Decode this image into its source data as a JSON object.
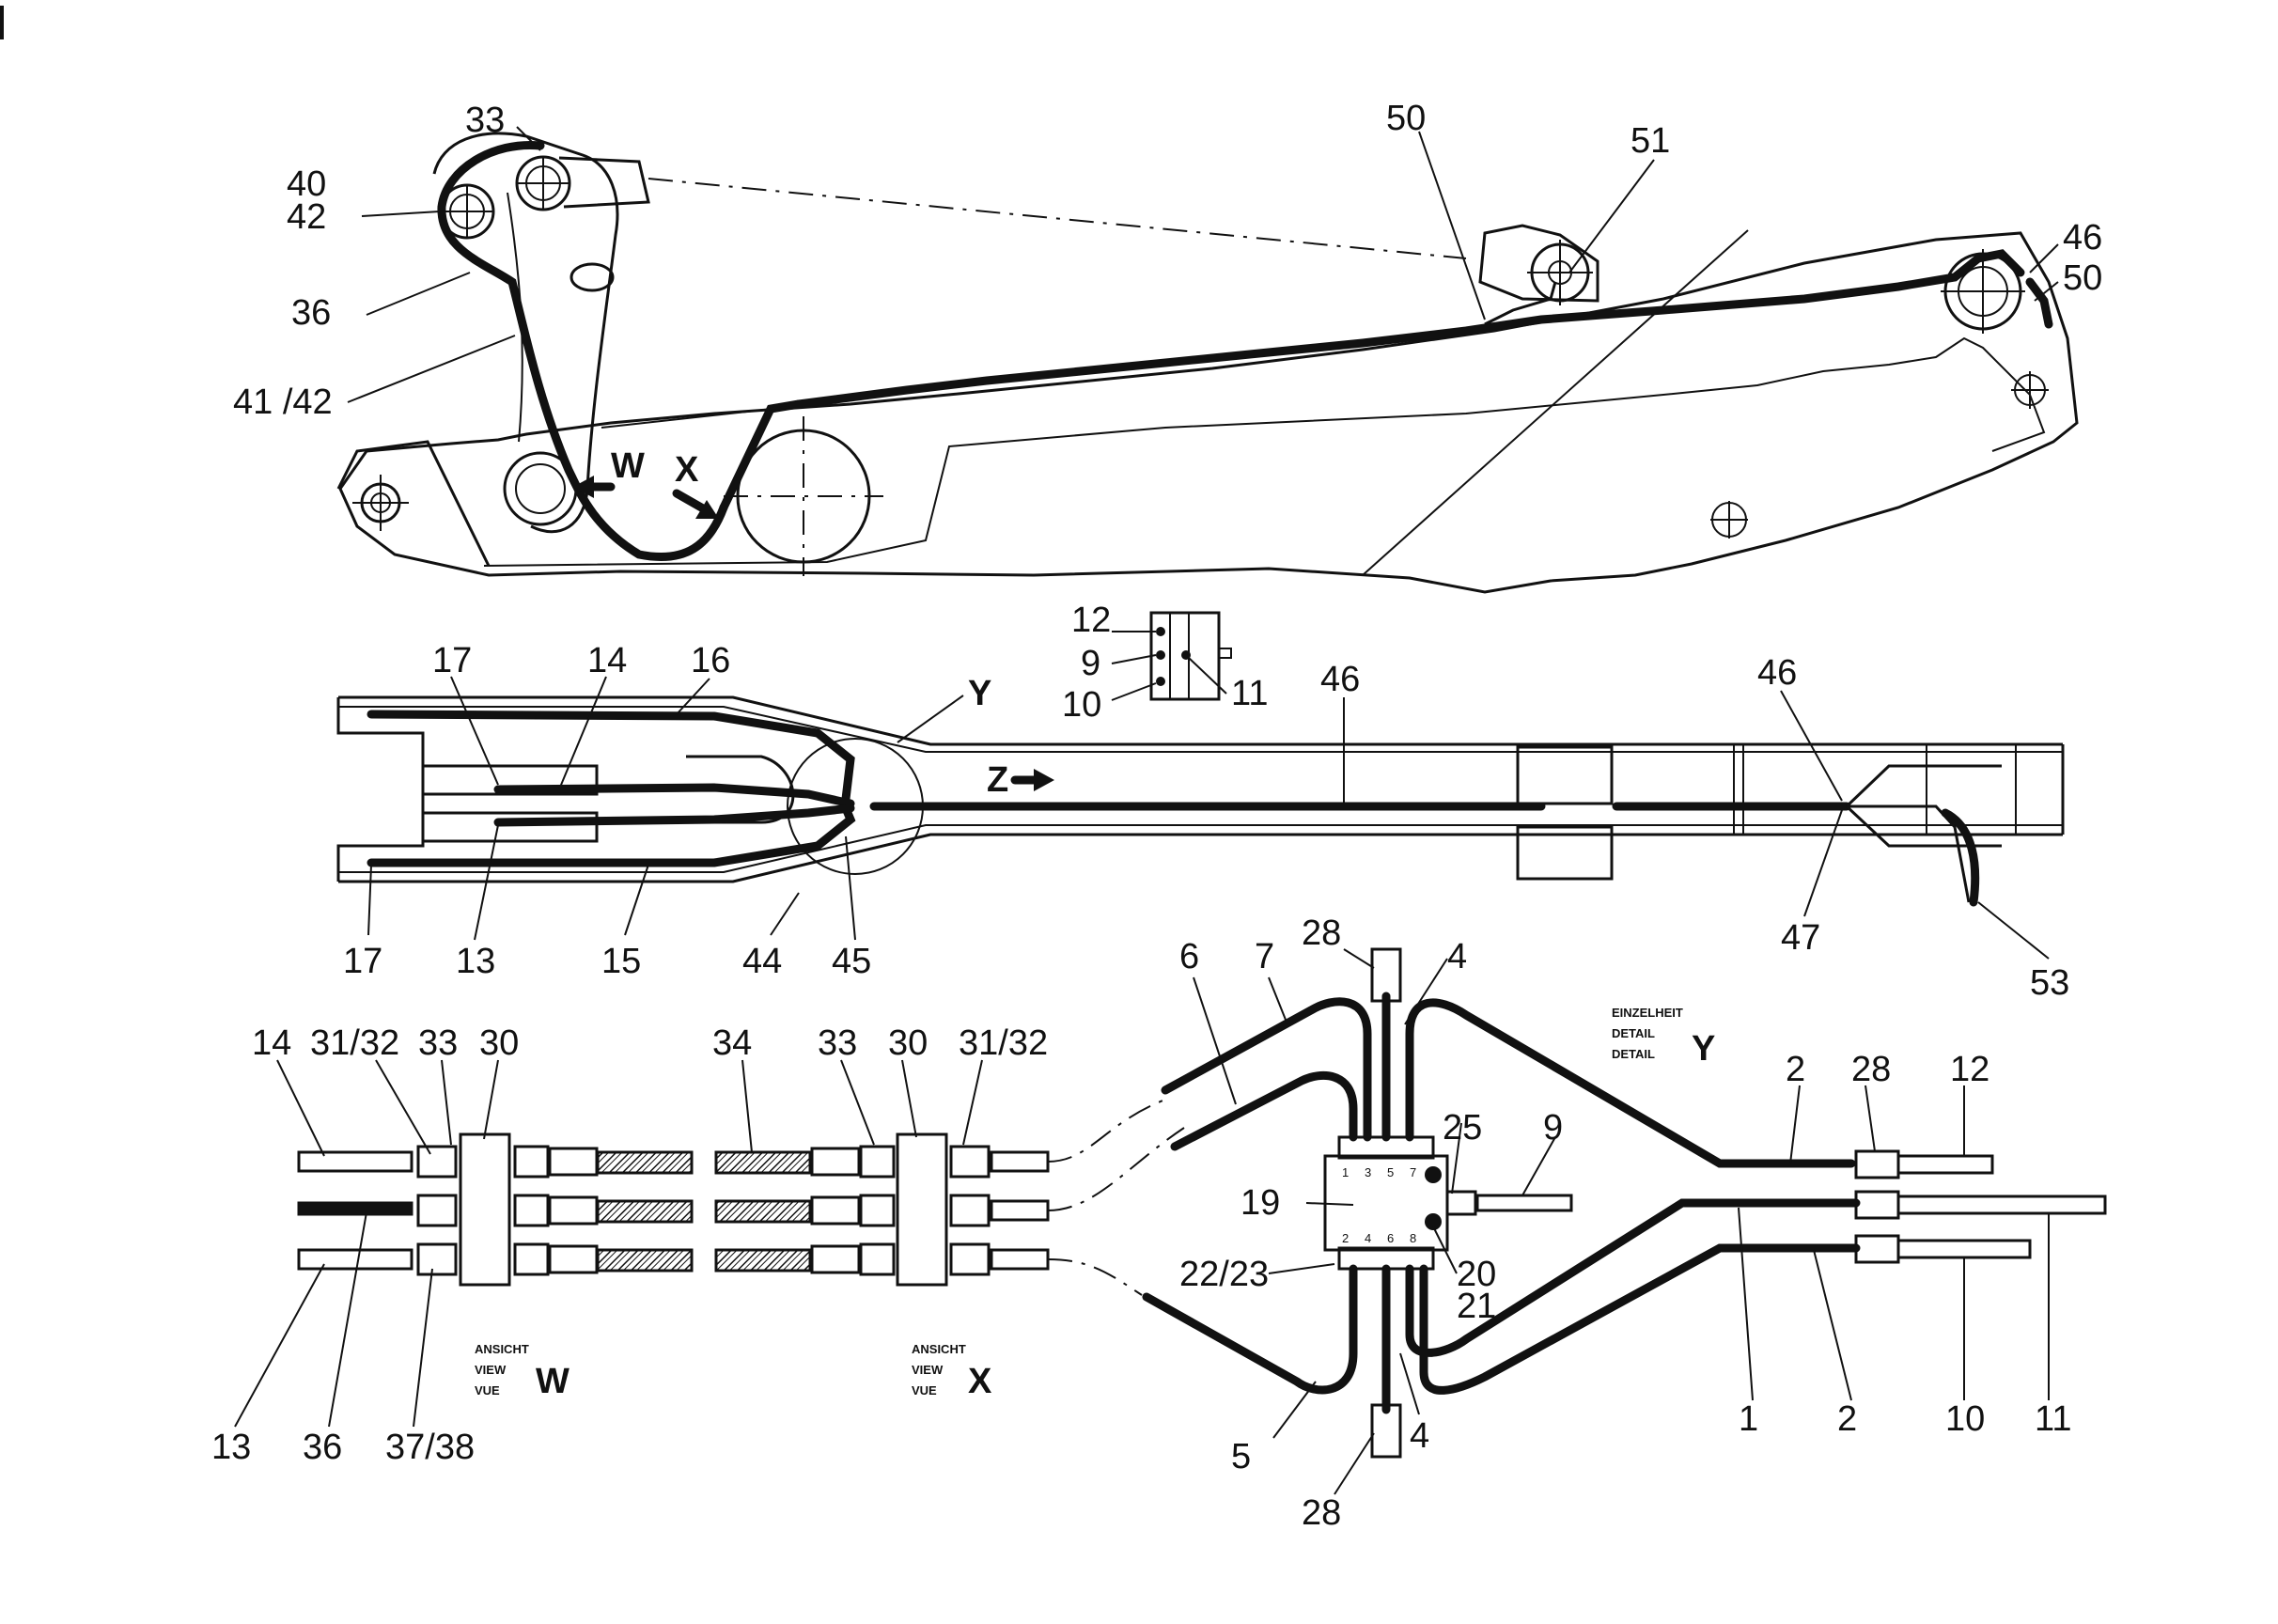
{
  "views": {
    "w": {
      "line1": "ANSICHT",
      "line2": "VIEW",
      "line3": "VUE",
      "letter": "W"
    },
    "x": {
      "line1": "ANSICHT",
      "line2": "VIEW",
      "line3": "VUE",
      "letter": "X"
    },
    "y": {
      "line1": "EINZELHEIT",
      "line2": "DETAIL",
      "line3": "DETAIL",
      "letter": "Y"
    }
  },
  "markers": {
    "w": "W",
    "x": "X",
    "y": "Y",
    "z": "Z"
  },
  "callouts": {
    "side": [
      "33",
      "40",
      "42",
      "36",
      "41 /42",
      "50",
      "51",
      "46",
      "50"
    ],
    "plan": [
      "17",
      "14",
      "16",
      "Y",
      "46",
      "46",
      "17",
      "13",
      "15",
      "44",
      "45",
      "47",
      "53"
    ],
    "clamp": [
      "12",
      "9",
      "10",
      "11"
    ],
    "view_w": [
      "14",
      "31/32",
      "33",
      "30",
      "13",
      "36",
      "37/38"
    ],
    "view_x": [
      "34",
      "33",
      "30",
      "31/32"
    ],
    "detail_y": [
      "6",
      "7",
      "28",
      "4",
      "25",
      "9",
      "2",
      "28",
      "12",
      "19",
      "22/23",
      "20",
      "21",
      "5",
      "4",
      "28",
      "1",
      "2",
      "10",
      "11"
    ],
    "block_ports": [
      "1",
      "3",
      "5",
      "7",
      "2",
      "4",
      "6",
      "8"
    ]
  }
}
